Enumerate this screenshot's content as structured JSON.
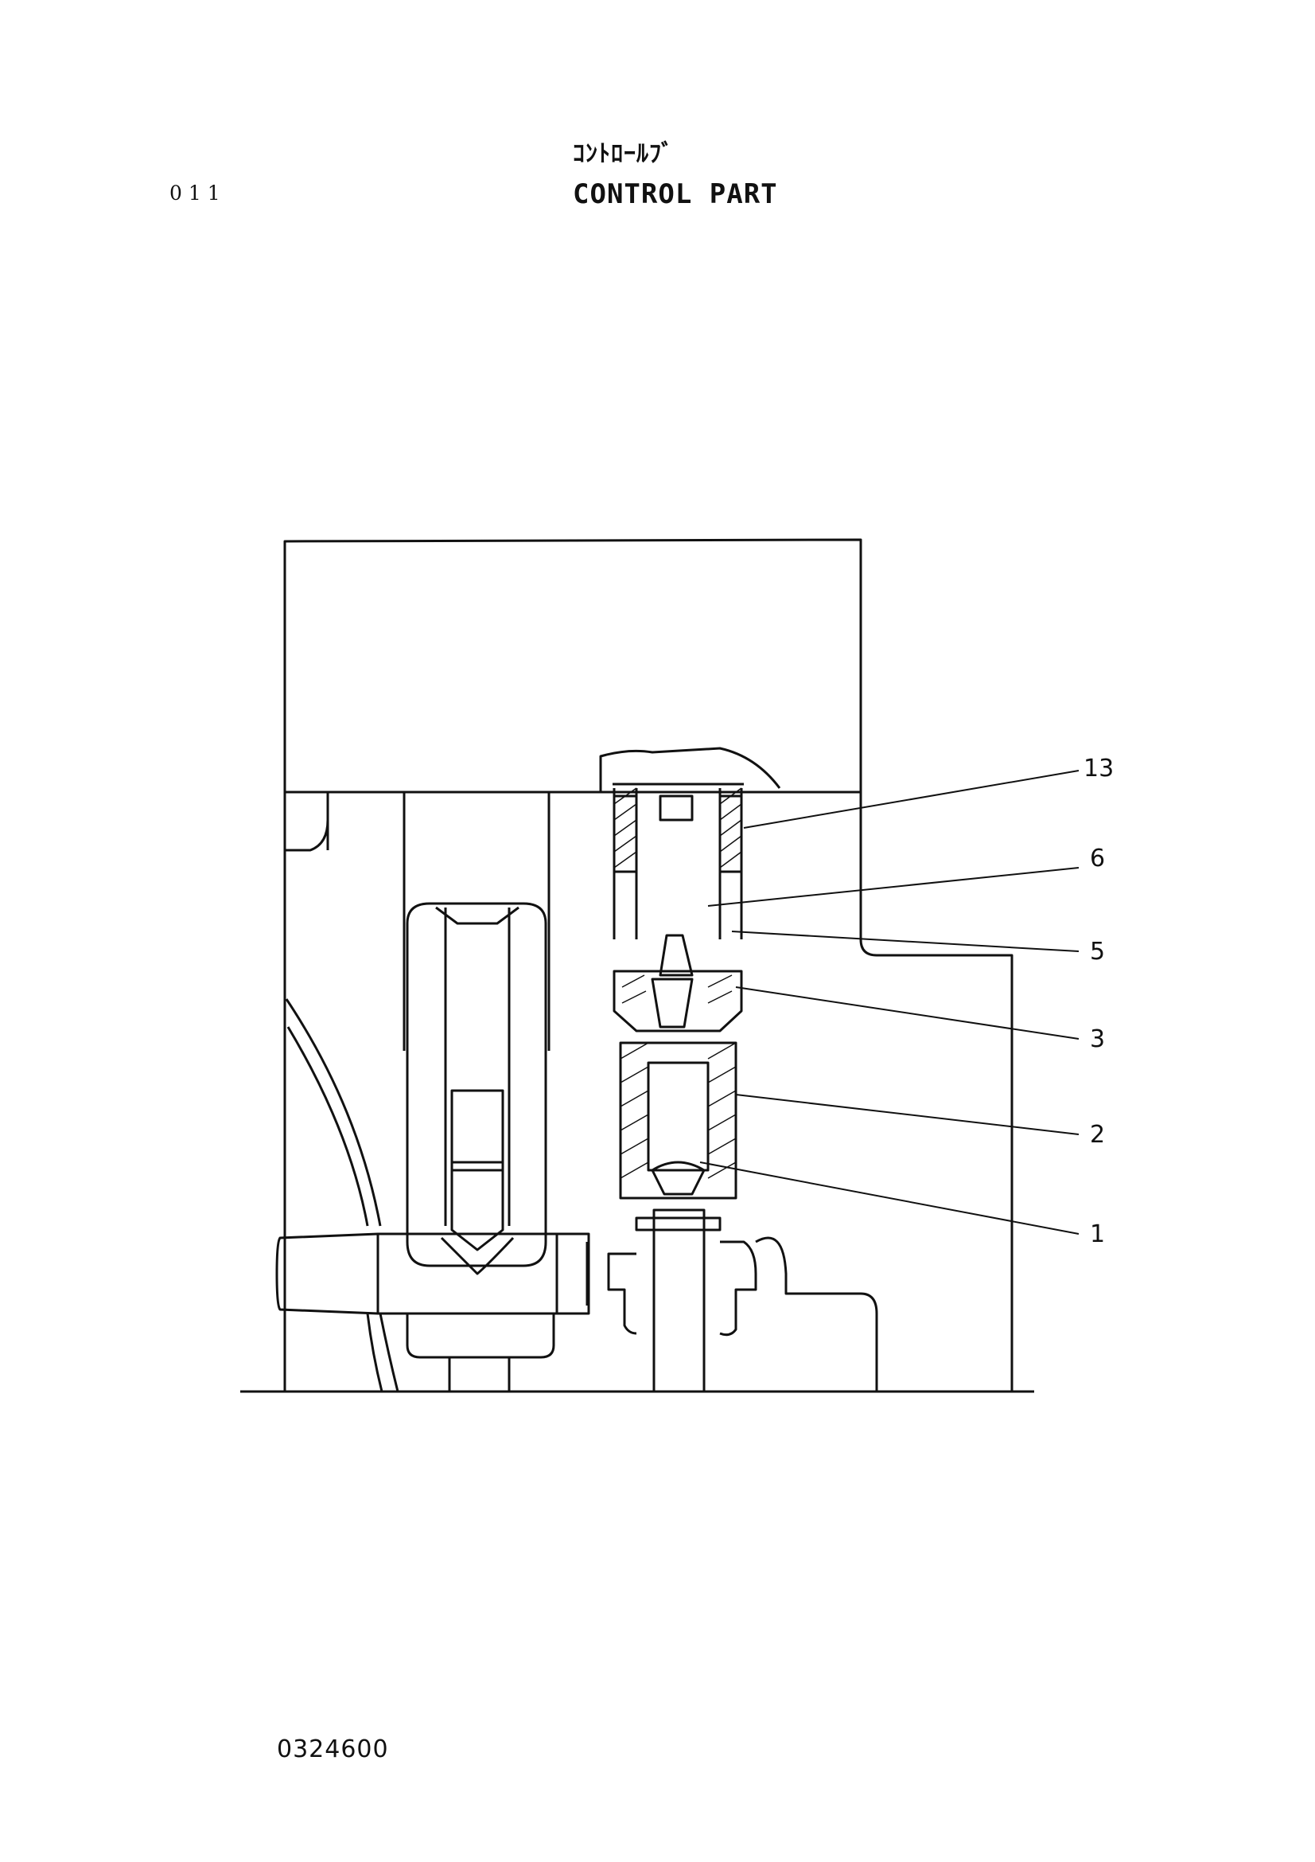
{
  "header": {
    "page_number": "011",
    "title_jp": "ｺﾝﾄﾛｰﾙﾌﾞ",
    "title_en": "CONTROL PART"
  },
  "callouts": [
    {
      "label": "13"
    },
    {
      "label": "6"
    },
    {
      "label": "5"
    },
    {
      "label": "3"
    },
    {
      "label": "2"
    },
    {
      "label": "1"
    }
  ],
  "footer": {
    "drawing_id": "0324600"
  }
}
